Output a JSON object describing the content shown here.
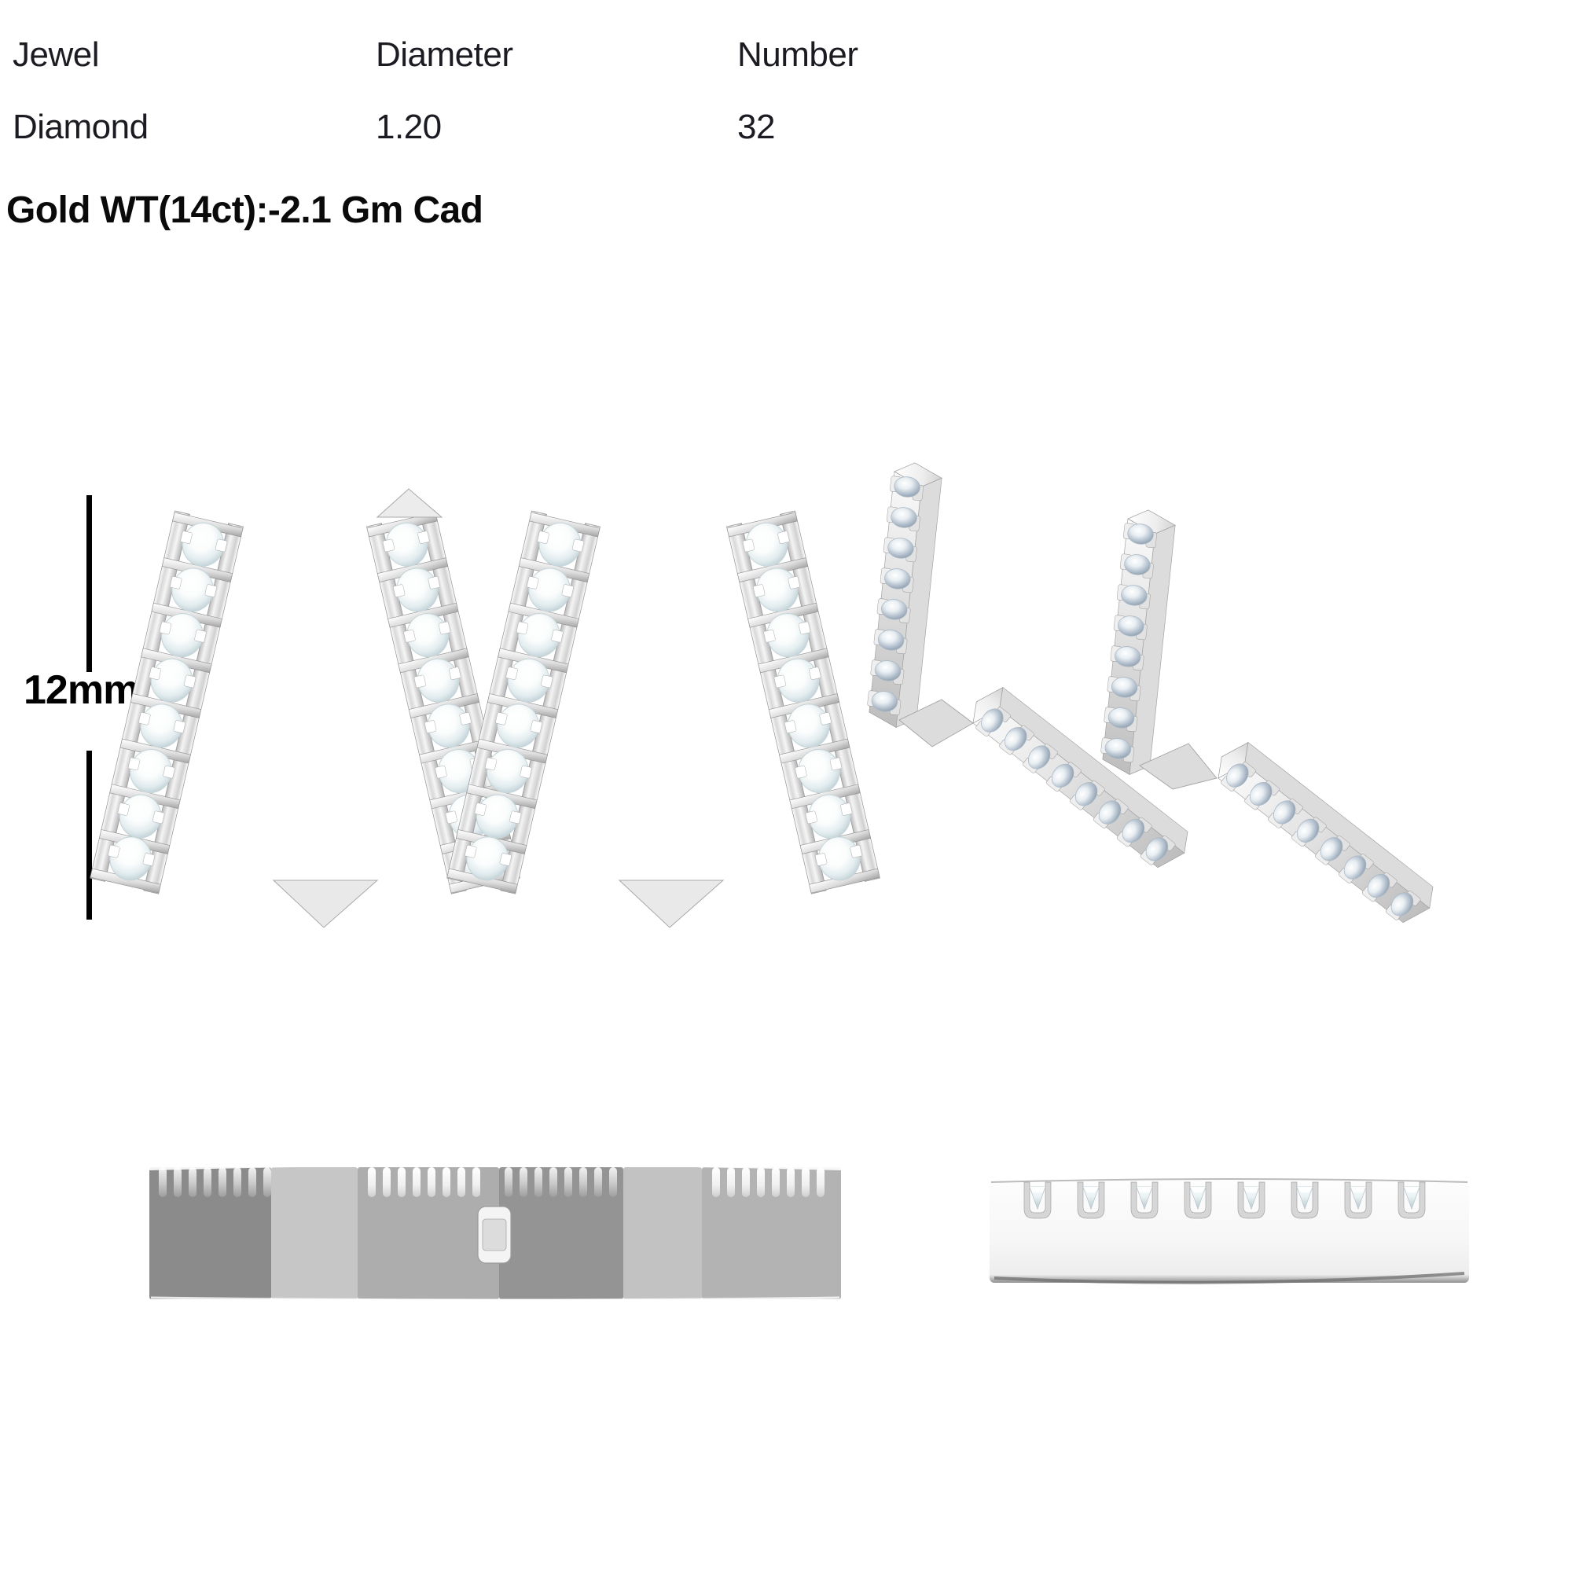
{
  "spec": {
    "columns": [
      "Jewel",
      "Diameter",
      "Number"
    ],
    "rows": [
      {
        "jewel": "Diamond",
        "diameter": "1.20",
        "number": "32"
      }
    ],
    "gold_weight_note": "Gold WT(14ct):-2.1 Gm Cad"
  },
  "dimension": {
    "label": "12mm",
    "orientation": "vertical"
  },
  "views": {
    "front": {
      "name": "W letter front view",
      "letter": "W",
      "stone_count_total": 32,
      "strokes": 4,
      "stones_per_stroke": 8
    },
    "perspective": {
      "name": "W letter 3/4 perspective view",
      "letter": "W"
    },
    "top_profile": {
      "name": "W letter top edge profile view",
      "prong_groups": 4,
      "prongs_per_group": 8
    },
    "bottom_profile": {
      "name": "W letter bottom edge profile view",
      "stone_pavilions": 8
    }
  },
  "colors": {
    "text": "#1b1b22",
    "bold_text": "#0a0a0a",
    "metal_light": "#f2f2f2",
    "metal_mid": "#cfcfcf",
    "metal_dark": "#9a9a9a",
    "metal_darkest": "#7d7d7d",
    "diamond": "#eef4f6",
    "background": "#ffffff",
    "dimension_line": "#000000"
  }
}
